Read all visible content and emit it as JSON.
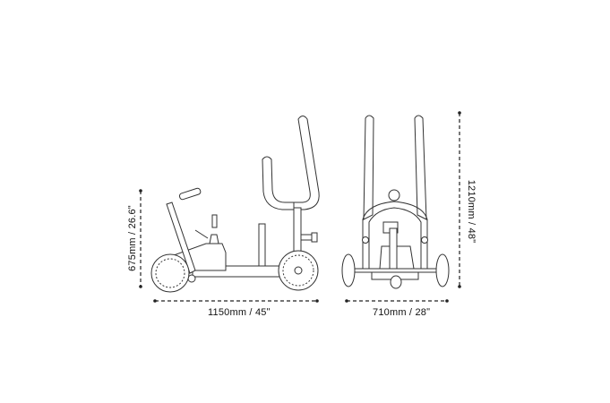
{
  "dimensions": {
    "side_length": "1150mm / 45ʺ",
    "side_height": "675mm / 26.6ʺ",
    "front_width": "710mm / 28ʺ",
    "front_height": "1210mm / 48ʺ"
  }
}
